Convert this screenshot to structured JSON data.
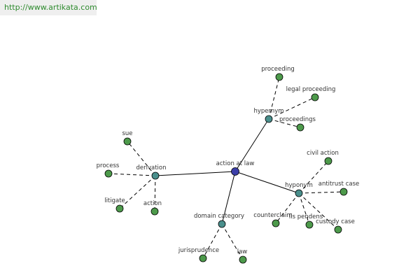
{
  "header": {
    "url": "http://www.artikata.com"
  },
  "colors": {
    "root": "#3b3ea8",
    "relation": "#4a8f8c",
    "leaf": "#4d9a4b"
  },
  "graph": {
    "root": "action at law",
    "relations": [
      {
        "label": "hypernym",
        "leaves": [
          "proceeding",
          "legal proceeding",
          "proceedings"
        ]
      },
      {
        "label": "hyponym",
        "leaves": [
          "civil action",
          "antitrust case",
          "counterclaim",
          "lis pendens",
          "custody case"
        ]
      },
      {
        "label": "derivation",
        "leaves": [
          "sue",
          "process",
          "litigate",
          "action"
        ]
      },
      {
        "label": "domain category",
        "leaves": [
          "jurisprudence",
          "law"
        ]
      }
    ]
  }
}
